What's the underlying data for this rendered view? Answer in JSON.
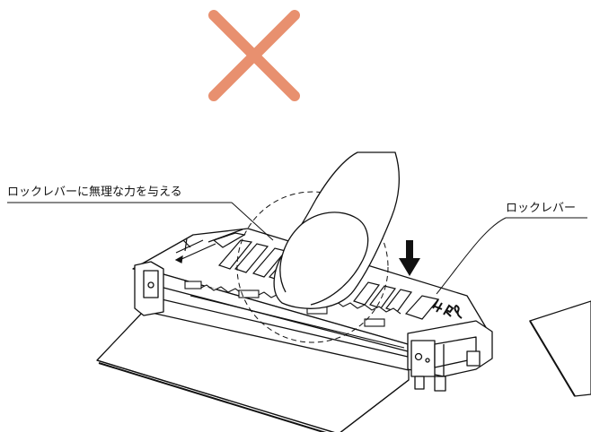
{
  "labels": {
    "callout_left": "ロックレバーに無理な力を与える",
    "callout_right": "ロックレバー"
  },
  "icons": {
    "prohibition": "x-mark-icon",
    "press_direction": "down-arrow-icon",
    "connector_logo": "HRS"
  },
  "colors": {
    "prohibition_mark": "#e8906f",
    "line_art": "#111111",
    "background": "#ffffff"
  }
}
